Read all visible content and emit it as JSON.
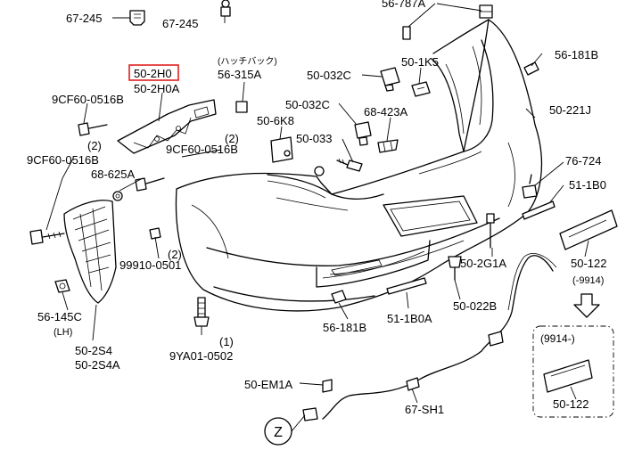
{
  "highlight_color": "#e02020",
  "labels": {
    "p67_245_a": "67-245",
    "p67_245_b": "67-245",
    "p56_787A": "56-787A",
    "p56_181B_top": "56-181B",
    "p50_032C_a": "50-032C",
    "p50_1K5": "50-1K5",
    "p50_221J": "50-221J",
    "p50_2H0": "50-2H0",
    "p50_2H0A": "50-2H0A",
    "hatchback": "(ハッチバック)",
    "p56_315A": "56-315A",
    "p50_032C_b": "50-032C",
    "p68_423A": "68-423A",
    "p9CF60_top": "9CF60-0516B",
    "p50_6K8": "50-6K8",
    "p50_033": "50-033",
    "qty2_a": "(2)",
    "qty2_b": "(2)",
    "p9CF60_mid": "9CF60-0516B",
    "p9CF60_left": "9CF60-0516B",
    "p68_625A": "68-625A",
    "p76_724": "76-724",
    "p51_1B0": "51-1B0",
    "p99910": "99910-0501",
    "qty2_c": "(2)",
    "p50_2G1A": "50-2G1A",
    "p50_122_a": "50-122",
    "range_9914": "(-9914)",
    "p56_145C": "56-145C",
    "lh": "(LH)",
    "p56_181B_bot": "56-181B",
    "p51_1B0A": "51-1B0A",
    "p50_022B": "50-022B",
    "range_9914b": "(9914-)",
    "p50_2S4": "50-2S4",
    "p50_2S4A": "50-2S4A",
    "qty1": "(1)",
    "p9YA01": "9YA01-0502",
    "p50_EM1A": "50-EM1A",
    "p67_SH1": "67-SH1",
    "p50_122_b": "50-122",
    "zone_z": "Z"
  }
}
